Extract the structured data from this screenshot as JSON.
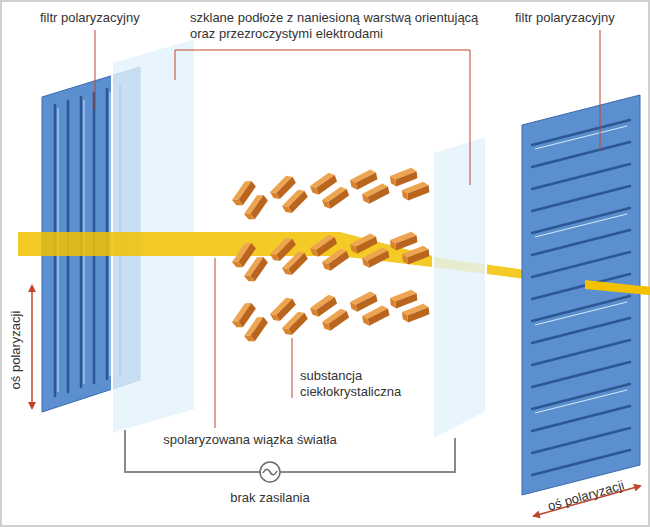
{
  "diagram": {
    "labels": [
      "filtr polaryzacyjny",
      "szklane podłoże z naniesioną warstwą orientującą oraz przezroczystymi elektrodami",
      "filtr polaryzacyjny",
      "oś polaryzacji",
      "substancja ciekłokrystaliczna",
      "spolaryzowana wiązka światła",
      "oś polaryzacji",
      "brak zasilania"
    ]
  }
}
